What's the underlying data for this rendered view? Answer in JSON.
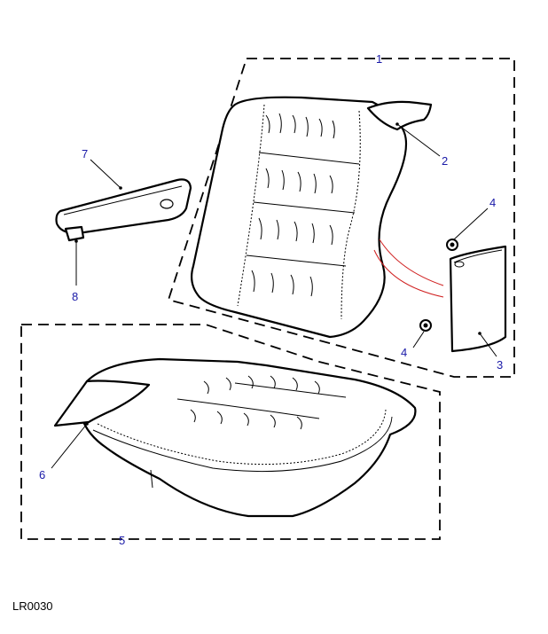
{
  "diagram": {
    "callouts": {
      "c1": "1",
      "c2": "2",
      "c3": "3",
      "c4a": "4",
      "c4b": "4",
      "c5": "5",
      "c6": "6",
      "c7": "7",
      "c8": "8"
    },
    "reference": "LR0030"
  },
  "colors": {
    "callout": "#1a1aa8",
    "highlight": "#d02020",
    "line": "#000000"
  }
}
